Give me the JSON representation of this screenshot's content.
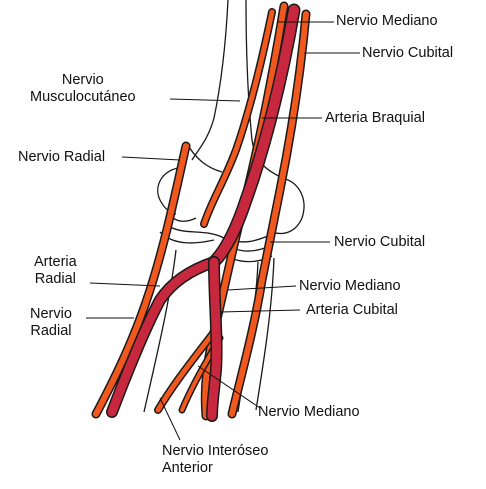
{
  "labels": {
    "mediano_top": "Nervio Mediano",
    "cubital_top": "Nervio Cubital",
    "musculo": [
      "Nervio",
      "Musculocutáneo"
    ],
    "braquial": "Arteria Braquial",
    "radial_top": "Nervio Radial",
    "cubital_mid": "Nervio Cubital",
    "arteria_radial": [
      "Arteria",
      "Radial"
    ],
    "mediano_mid": "Nervio Mediano",
    "radial_low": [
      "Nervio",
      "Radial"
    ],
    "arteria_cubital": "Arteria Cubital",
    "mediano_low": "Nervio Mediano",
    "interoseo": [
      "Nervio Interóseo",
      "Anterior"
    ]
  },
  "colors": {
    "nerve": "#f0581e",
    "artery": "#c8283e",
    "outline": "#1a1a1a",
    "bone": "#ffffff"
  }
}
